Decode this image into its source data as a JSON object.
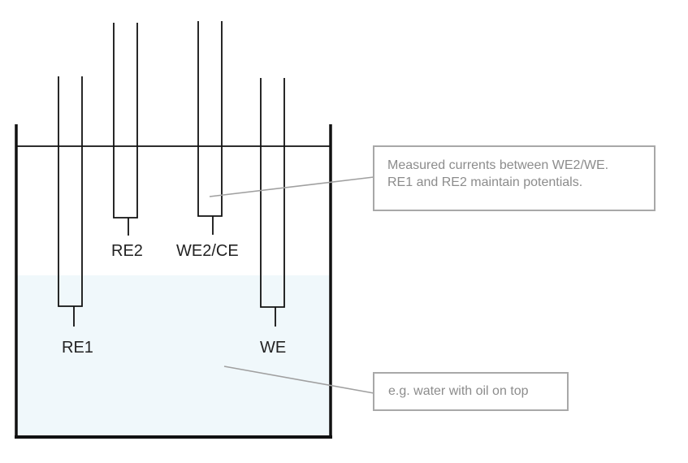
{
  "electrodes": {
    "re1": "RE1",
    "re2": "RE2",
    "we2_ce": "WE2/CE",
    "we": "WE"
  },
  "callouts": {
    "currents": {
      "line1": "Measured currents between WE2/WE.",
      "line2": "RE1 and RE2 maintain potentials."
    },
    "liquid": {
      "text": "e.g. water with oil on top"
    }
  },
  "colors": {
    "water": "#f0f8fb",
    "outline": "#111111",
    "callout_line": "#a0a0a0"
  }
}
